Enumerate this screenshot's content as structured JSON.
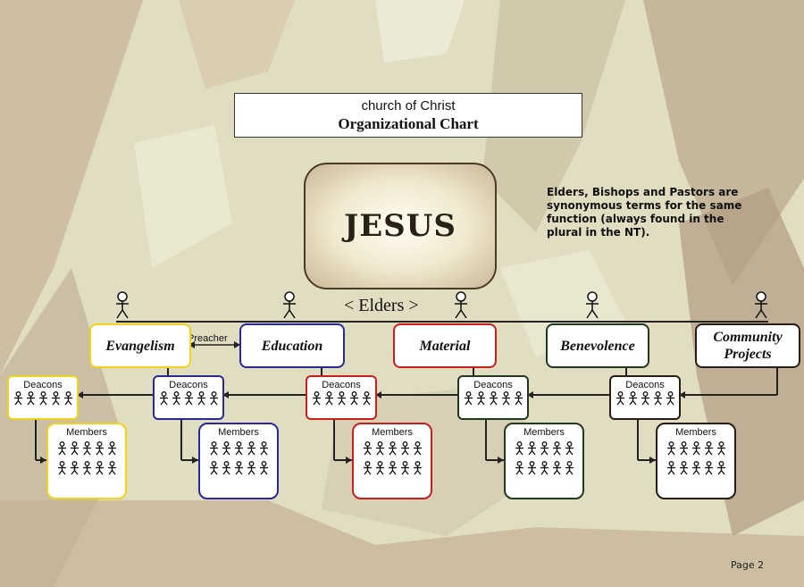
{
  "title": {
    "line1": "church of Christ",
    "line2": "Organizational Chart"
  },
  "head": "JESUS",
  "note": "Elders, Bishops and Pastors are synonymous terms for the same function (always found in the plural in the NT).",
  "elders_label": "< Elders >",
  "preacher_label": "Preacher",
  "deacons_label": "Deacons",
  "members_label": "Members",
  "ministries": [
    {
      "label": "Evangelism",
      "color": "#f2d21c"
    },
    {
      "label": "Education",
      "color": "#28289a"
    },
    {
      "label": "Material",
      "color": "#c81e1e"
    },
    {
      "label": "Benevolence",
      "color": "#1f3a1f"
    },
    {
      "label": "Community Projects",
      "color": "#2a1c14"
    }
  ],
  "page_label": "Page 2"
}
